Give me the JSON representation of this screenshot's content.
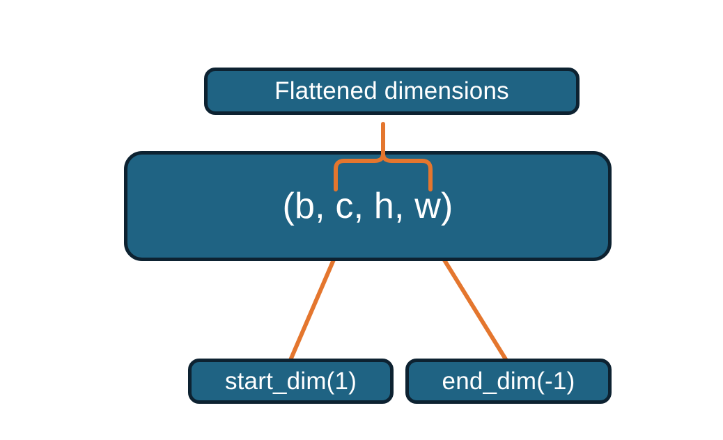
{
  "diagram": {
    "title_concept": "torch.flatten dimension range",
    "background_color": "#ffffff",
    "node_fill_color": "#1f6383",
    "node_border_color": "#0d2231",
    "node_text_color": "#ffffff",
    "connector_color": "#e4762e"
  },
  "nodes": {
    "flattened": {
      "label": "Flattened dimensions"
    },
    "shape": {
      "label": "(b, c, h, w)"
    },
    "start_dim": {
      "label": "start_dim(1)"
    },
    "end_dim": {
      "label": "end_dim(-1)"
    }
  },
  "connectors": [
    {
      "name": "brace-flattened-range",
      "type": "curly-brace",
      "from": "shape",
      "to": "flattened",
      "color": "#e4762e"
    },
    {
      "name": "arrow-start-dim",
      "type": "arrow",
      "from": "start_dim",
      "to": "shape",
      "color": "#e4762e"
    },
    {
      "name": "arrow-end-dim",
      "type": "arrow",
      "from": "end_dim",
      "to": "shape",
      "color": "#e4762e"
    }
  ]
}
